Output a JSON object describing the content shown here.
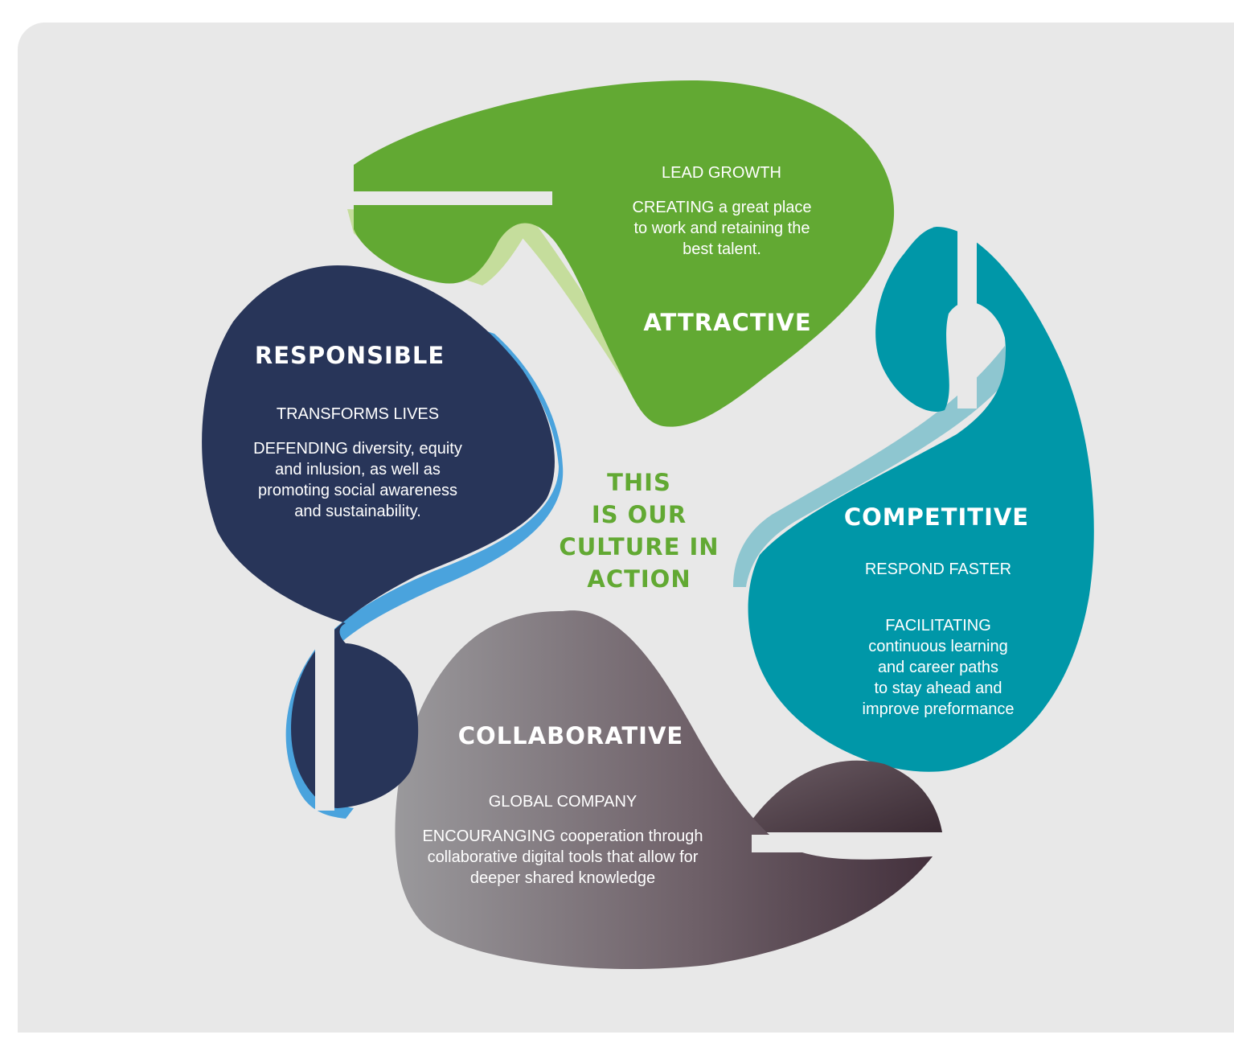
{
  "center": {
    "title": "THIS\nIS OUR\nCULTURE IN\nACTION"
  },
  "segments": {
    "attractive": {
      "heading": "ATTRACTIVE",
      "subheading": "LEAD GROWTH",
      "body": "CREATING a great place\nto work and retaining the\nbest talent."
    },
    "competitive": {
      "heading": "COMPETITIVE",
      "subheading": "RESPOND FASTER",
      "body": "FACILITATING\ncontinuous learning\nand career paths\nto stay ahead and\nimprove preformance"
    },
    "collaborative": {
      "heading": "COLLABORATIVE",
      "subheading": "GLOBAL COMPANY",
      "body": "ENCOURANGING cooperation through\ncollaborative digital tools that allow for\ndeeper shared knowledge"
    },
    "responsible": {
      "heading": "RESPONSIBLE",
      "subheading": "TRANSFORMS LIVES",
      "body": "DEFENDING diversity, equity\nand inlusion, as well as\npromoting social awareness\nand sustainability."
    }
  },
  "colors": {
    "background": "#e8e8e8",
    "green": "#62a933",
    "green_light": "#c5dd9c",
    "teal": "#0097a8",
    "teal_light": "#8ec6d0",
    "navy": "#283559",
    "navy_edge": "#4aa3dd",
    "gray_start": "#9a999c",
    "gray_end": "#43303c"
  }
}
